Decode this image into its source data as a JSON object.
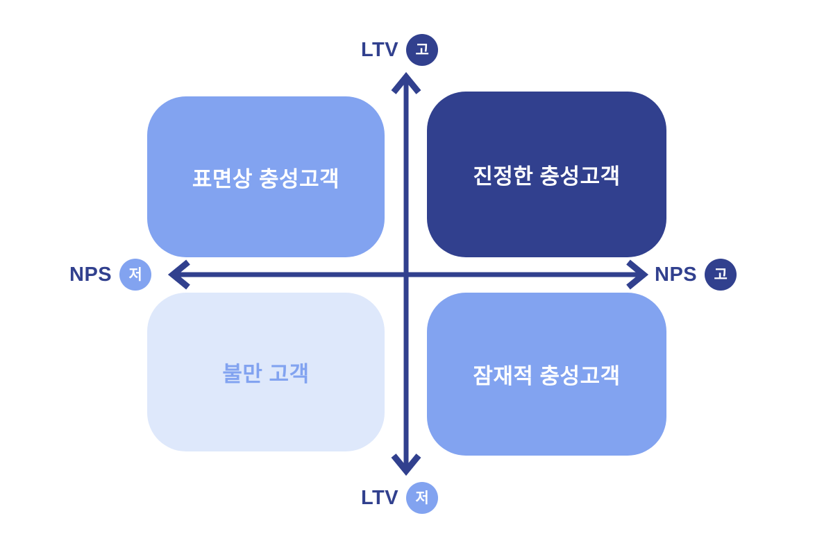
{
  "colors": {
    "background": "#FFFFFF",
    "dark_navy": "#31408E",
    "medium_blue": "#82A3F0",
    "light_blue": "#DEE8FB",
    "white_text": "#FFFFFF"
  },
  "diagram": {
    "axes": {
      "top": {
        "label": "LTV",
        "badge": "고"
      },
      "bottom": {
        "label": "LTV",
        "badge": "저"
      },
      "left": {
        "label": "NPS",
        "badge": "저"
      },
      "right": {
        "label": "NPS",
        "badge": "고"
      }
    },
    "quadrants": {
      "top_left": {
        "label": "표면상 충성고객"
      },
      "top_right": {
        "label": "진정한 충성고객"
      },
      "bottom_left": {
        "label": "불만 고객"
      },
      "bottom_right": {
        "label": "잠재적 충성고객"
      }
    }
  }
}
